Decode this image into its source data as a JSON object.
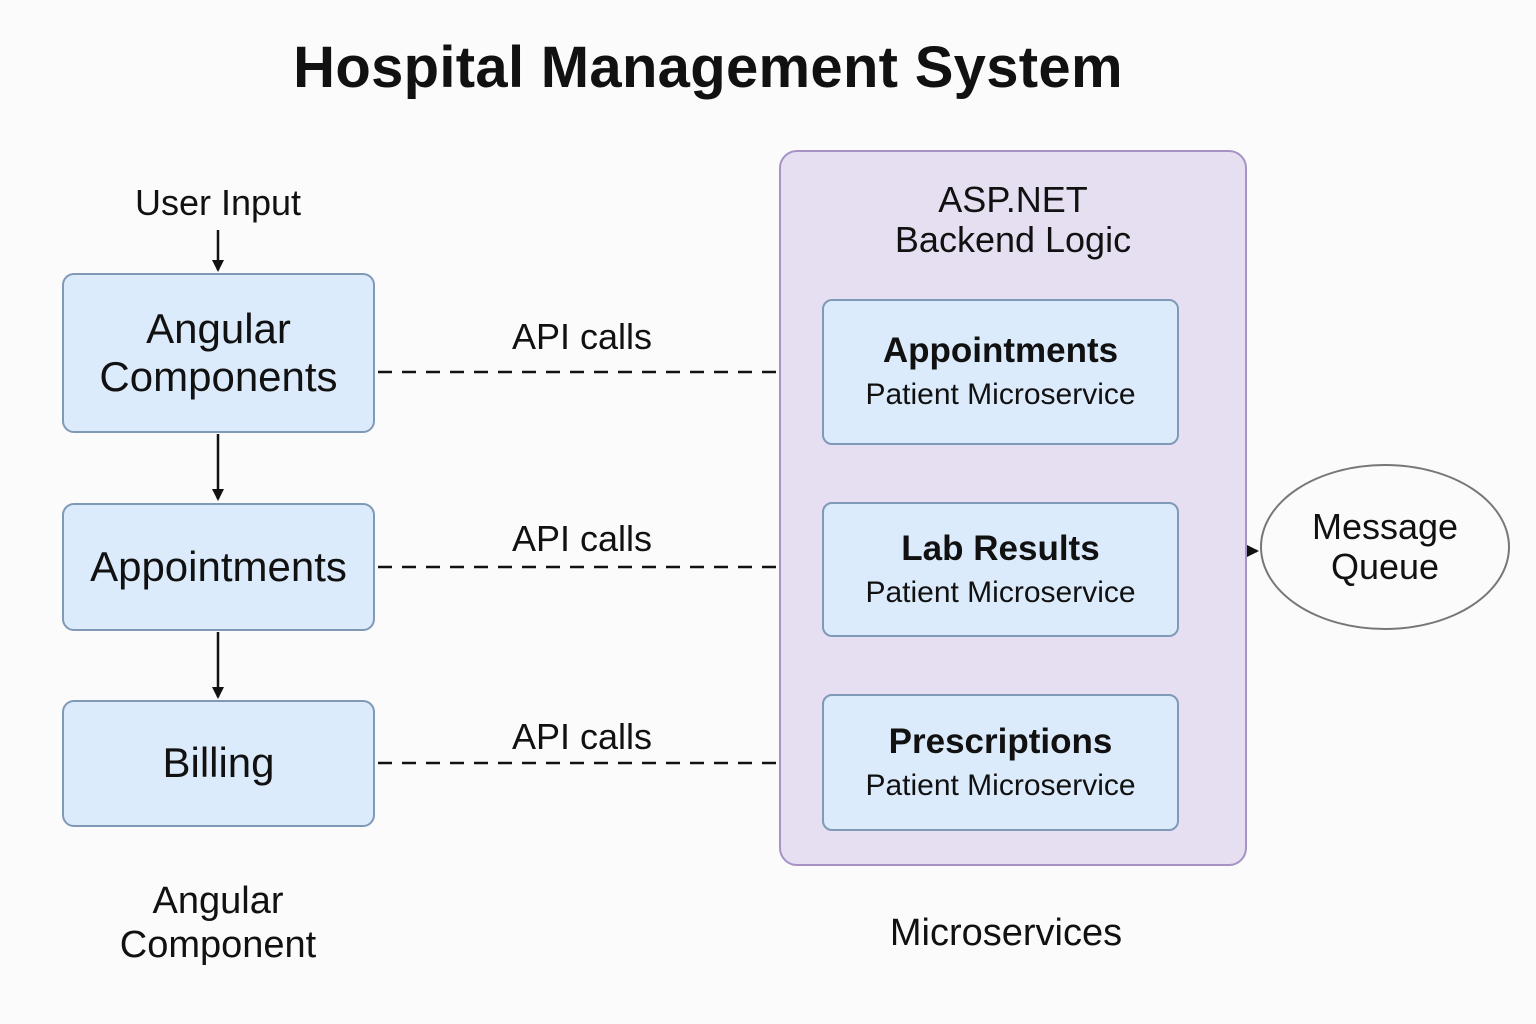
{
  "title": "Hospital Management System",
  "left_column": {
    "input_label": "User Input",
    "nodes": [
      {
        "label": "Angular Components"
      },
      {
        "label": "Appointments"
      },
      {
        "label": "Billing"
      }
    ],
    "caption": "Angular Component"
  },
  "connections": {
    "api_labels": [
      "API calls",
      "API calls",
      "API calls"
    ]
  },
  "backend": {
    "title_line1": "ASP.NET",
    "title_line2": "Backend Logic",
    "services": [
      {
        "name": "Appointments",
        "sub": "Patient Microservice"
      },
      {
        "name": "Lab Results",
        "sub": "Patient Microservice"
      },
      {
        "name": "Prescriptions",
        "sub": "Patient Microservice"
      }
    ],
    "caption": "Microservices"
  },
  "queue": {
    "line1": "Message",
    "line2": "Queue"
  },
  "colors": {
    "node_fill": "#dcebfb",
    "node_border": "#7f99b6",
    "group_fill": "#e6dff1",
    "group_border": "#a692c5"
  }
}
